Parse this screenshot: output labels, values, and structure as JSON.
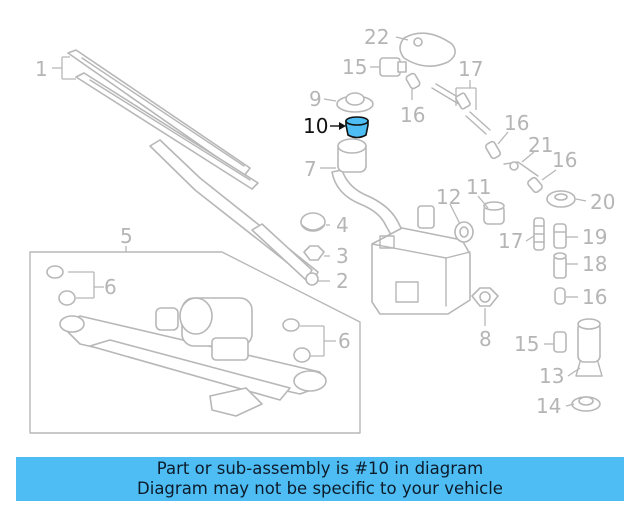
{
  "callouts": {
    "c1": "1",
    "c2": "2",
    "c3": "3",
    "c4": "4",
    "c5": "5",
    "c6a": "6",
    "c6b": "6",
    "c7": "7",
    "c8": "8",
    "c9": "9",
    "c10": "10",
    "c11": "11",
    "c12": "12",
    "c13": "13",
    "c14": "14",
    "c15a": "15",
    "c15b": "15",
    "c16a": "16",
    "c16b": "16",
    "c16c": "16",
    "c16d": "16",
    "c17a": "17",
    "c17b": "17",
    "c18": "18",
    "c19": "19",
    "c20": "20",
    "c21": "21",
    "c22": "22"
  },
  "highlight": {
    "callout": "10",
    "color": "#4dbdf3"
  },
  "banner": {
    "line1": "Part or sub-assembly is #10 in diagram",
    "line2": "Diagram may not be specific to your vehicle",
    "background": "#4dbdf3"
  }
}
